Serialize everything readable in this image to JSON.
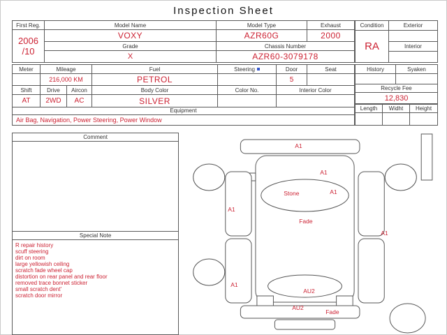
{
  "colors": {
    "accent": "#cc2233",
    "marker": "#3355cc"
  },
  "title": "Inspection Sheet",
  "top": {
    "first_reg_label": "First Reg.",
    "first_reg_line1": "2006",
    "first_reg_line2": "/10",
    "model_name_label": "Model Name",
    "model_name": "VOXY",
    "model_type_label": "Model Type",
    "model_type": "AZR60G",
    "exhaust_label": "Exhaust",
    "exhaust": "2000",
    "grade_label": "Grade",
    "grade": "X",
    "chassis_label": "Chassis Number",
    "chassis": "AZR60-3079178",
    "condition_label": "Condition",
    "condition": "RA",
    "exterior_label": "Exterior",
    "interior_label": "Interior"
  },
  "mid": {
    "meter_label": "Meter",
    "mileage_label": "Mileage",
    "mileage": "216,000 KM",
    "fuel_label": "Fuel",
    "fuel": "PETROL",
    "steering_label": "Steering",
    "door_label": "Door",
    "door": "5",
    "seat_label": "Seat",
    "shift_label": "Shift",
    "shift": "AT",
    "drive_label": "Drive",
    "drive": "2WD",
    "aircon_label": "Aircon",
    "aircon": "AC",
    "body_color_label": "Body Color",
    "body_color": "SILVER",
    "color_no_label": "Color No.",
    "interior_color_label": "Interior Color",
    "equipment_label": "Equipment",
    "equipment": "Air Bag, Navigation, Power Steering, Power Window",
    "history_label": "History",
    "syaken_label": "Syaken",
    "recycle_fee_label": "Recycle Fee",
    "recycle_fee": "12,830",
    "length_label": "Length",
    "width_label": "Widht",
    "height_label": "Height"
  },
  "comment": {
    "label": "Comment"
  },
  "special_note": {
    "label": "Special Note",
    "lines": [
      "R repair history",
      "scuff steering",
      "dirt on room",
      "large yellowish ceiling",
      "scratch fade wheel cap",
      "distortion on rear panel and rear floor",
      "removed trace bonnet sticker",
      "small scratch dent'",
      "scratch door  mirror"
    ]
  },
  "diagram": {
    "annotations": [
      {
        "label": "A1"
      },
      {
        "label": "A1"
      },
      {
        "label": "Stone"
      },
      {
        "label": "A1"
      },
      {
        "label": "A1"
      },
      {
        "label": "Fade"
      },
      {
        "label": "A1"
      },
      {
        "label": "A1"
      },
      {
        "label": "AU2"
      },
      {
        "label": "AU2"
      },
      {
        "label": "Fade"
      }
    ]
  }
}
